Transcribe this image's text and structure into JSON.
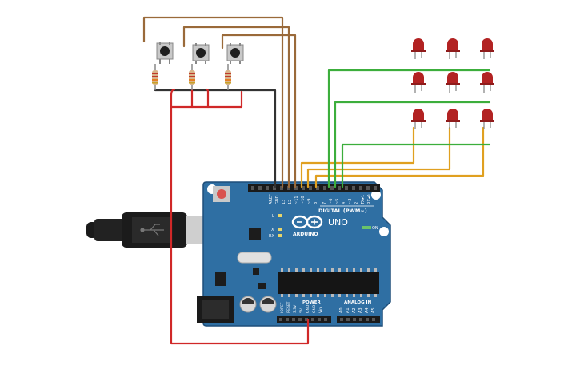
{
  "board": {
    "brand_uno": "UNO",
    "brand_arduino": "ARDUINO",
    "digital_label": "DIGITAL (PWM~)",
    "power_label": "POWER",
    "analog_label": "ANALOG IN",
    "on_label": "ON",
    "l_label": "L",
    "tx_label": "TX",
    "rx_label": "RX",
    "top_pins": [
      "AREF",
      "GND",
      "13",
      "12",
      "~11",
      "~10",
      "~9",
      "8",
      "7",
      "~6",
      "~5",
      "4",
      "~3",
      "2",
      "TX▸1",
      "RX◂0"
    ],
    "power_pins": [
      "IOREF",
      "RESET",
      "3.3V",
      "5V",
      "GND",
      "GND",
      "Vin"
    ],
    "analog_pins": [
      "A0",
      "A1",
      "A2",
      "A3",
      "A4",
      "A5"
    ]
  },
  "colors": {
    "board": "#2f6fa3",
    "board_dark": "#1f4f7a",
    "wire_brown": "#9a6a3a",
    "wire_black": "#333333",
    "wire_red": "#d02828",
    "wire_orange": "#e0a020",
    "wire_green": "#3cae3c",
    "led": "#b22222"
  }
}
